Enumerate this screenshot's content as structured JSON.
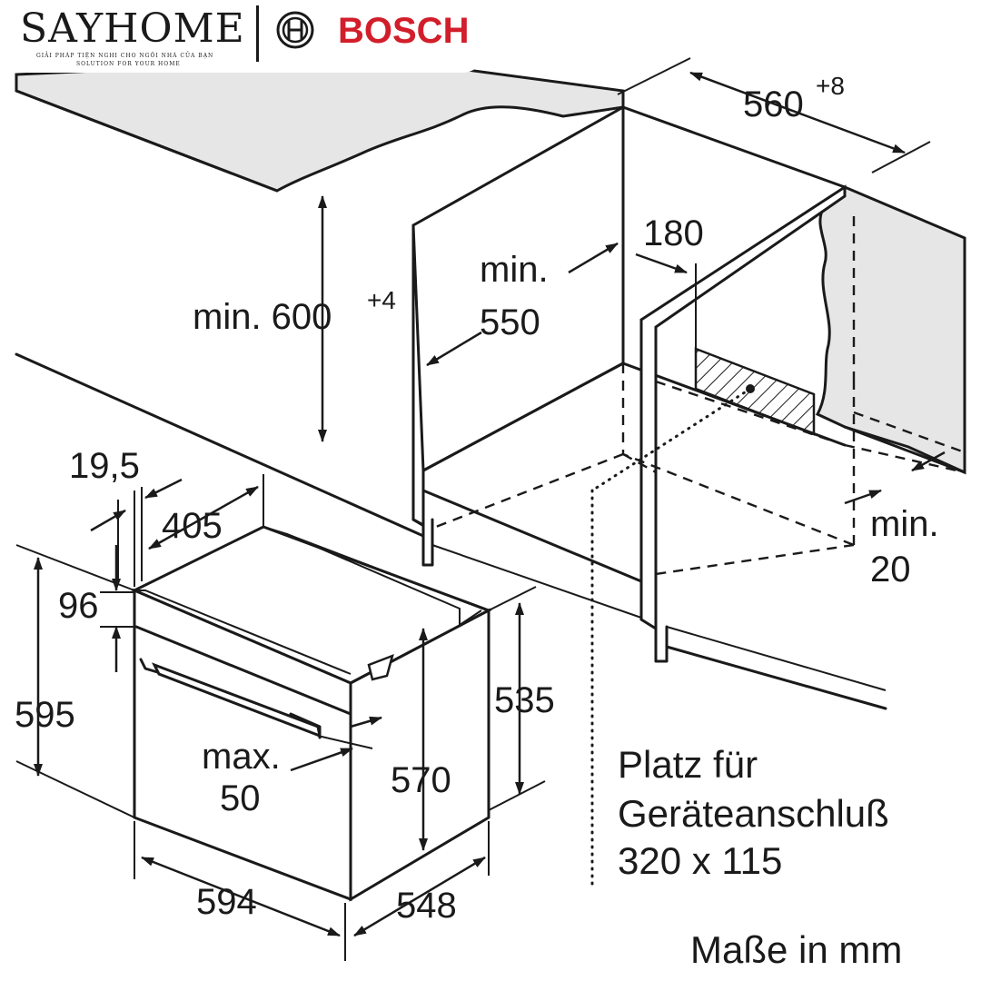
{
  "brand": {
    "name": "SAYHOME",
    "tagline_1": "GIẢI PHÁP TIỆN NGHI CHO NGÔI NHÀ CỦA BẠN",
    "tagline_2": "SOLUTION FOR YOUR HOME",
    "partner": "BOSCH",
    "partner_color": "#d21e2a"
  },
  "dimensions": {
    "cabinet_width": "560",
    "cabinet_width_tol": "+8",
    "cabinet_height_prefix": "min. 600",
    "cabinet_height_tol": "+4",
    "cabinet_depth_min_label": "min.",
    "cabinet_depth_min": "550",
    "rear_gap": "180",
    "bottom_min_label": "min.",
    "bottom_min": "20",
    "front_offset": "19,5",
    "top_depth": "405",
    "panel_height": "96",
    "oven_height": "595",
    "body_height": "535",
    "inner_height": "570",
    "door_max_label": "max.",
    "door_max": "50",
    "oven_width": "594",
    "oven_depth": "548"
  },
  "notes": {
    "connection_line_1": "Platz für",
    "connection_line_2": "Geräteanschluß",
    "connection_line_3": "320 x 115",
    "units": "Maße in mm"
  }
}
